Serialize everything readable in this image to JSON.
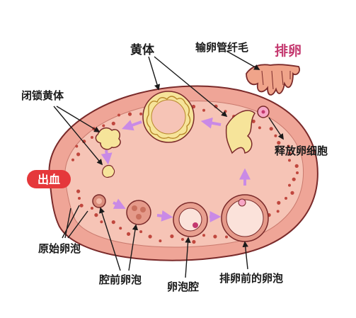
{
  "labels": {
    "huangti": "黄体",
    "fallopian": "输卵管纤毛",
    "ovulation": "排卵",
    "atretic": "闭锁黄体",
    "released_egg": "释放卵细胞",
    "bleeding": "出血",
    "primordial": "原始卵泡",
    "preantral": "腔前卵泡",
    "antrum": "卵泡腔",
    "preovulatory": "排卵前的卵泡"
  },
  "colors": {
    "ovary_fill": "#f6c4b6",
    "ovary_rim": "#efa597",
    "outline": "#7a2a2a",
    "corpus_luteum": "#f6e49a",
    "arrow": "#c98ae6",
    "bleeding_badge": "#e5383b",
    "ovulation_text": "#c4386f",
    "fimbriae": "#f0a48a"
  }
}
